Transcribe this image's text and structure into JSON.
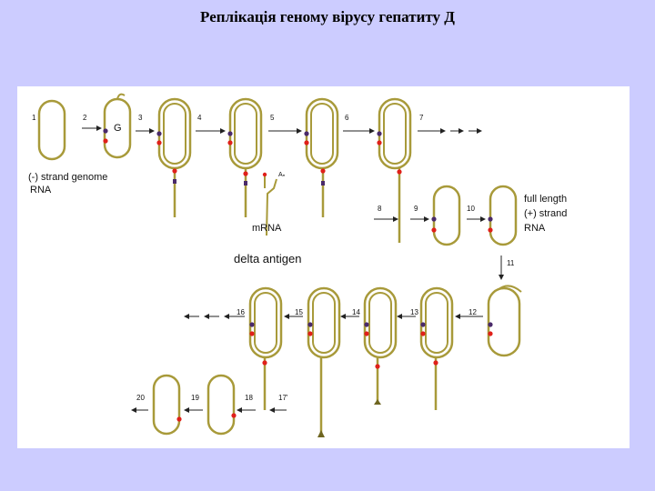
{
  "slide": {
    "title": "Реплікація геному  вірусу гепатиту Д"
  },
  "diagram": {
    "labels": {
      "genome": "(-) strand genome",
      "rna": "RNA",
      "g_symbol": "G",
      "an_symbol": "Aₙ",
      "mrna": "mRNA",
      "delta_antigen": "delta antigen",
      "full_length": "full length",
      "plus_strand": "(+) strand",
      "rna2": "RNA"
    },
    "steps": {
      "s1": "1",
      "s2": "2",
      "s3": "3",
      "s4": "4",
      "s5": "5",
      "s6": "6",
      "s7": "7",
      "s8": "8",
      "s9": "9",
      "s10": "10",
      "s11": "11",
      "s12": "12",
      "s13": "13",
      "s14": "14",
      "s15": "15",
      "s16": "16",
      "s17": "17'",
      "s18": "18",
      "s19": "19",
      "s20": "20"
    },
    "colors": {
      "strand": "#a89a3a",
      "strand_dark": "#6e6520",
      "marker_red": "#e0201a",
      "marker_purple": "#4a2a6a",
      "arrow": "#222222"
    }
  }
}
